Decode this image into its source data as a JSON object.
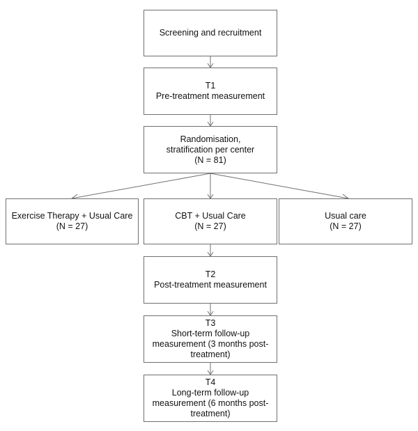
{
  "flowchart": {
    "screening": {
      "lines": [
        "Screening and recruitment"
      ]
    },
    "t1": {
      "lines": [
        "T1",
        "Pre-treatment measurement"
      ]
    },
    "randomisation": {
      "lines": [
        "Randomisation,",
        "stratification per center",
        "(N = 81)"
      ]
    },
    "exercise": {
      "lines": [
        "Exercise Therapy + Usual Care",
        "(N = 27)"
      ]
    },
    "cbt": {
      "lines": [
        "CBT + Usual Care",
        "(N = 27)"
      ]
    },
    "usual": {
      "lines": [
        "Usual care",
        "(N = 27)"
      ]
    },
    "t2": {
      "lines": [
        "T2",
        "Post-treatment measurement"
      ]
    },
    "t3": {
      "lines": [
        "T3",
        "Short-term follow-up",
        "measurement (3 months post-",
        "treatment)"
      ]
    },
    "t4": {
      "lines": [
        "T4",
        "Long-term follow-up",
        "measurement (6 months post-",
        "treatment)"
      ]
    }
  }
}
